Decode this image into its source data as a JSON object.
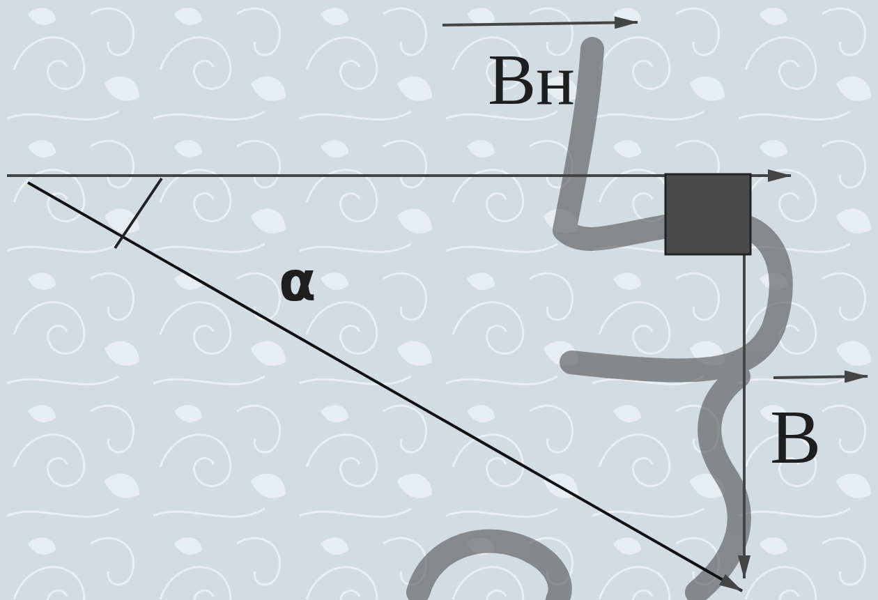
{
  "diagram": {
    "labels": [
      "Bн",
      "α",
      "B"
    ]
  }
}
